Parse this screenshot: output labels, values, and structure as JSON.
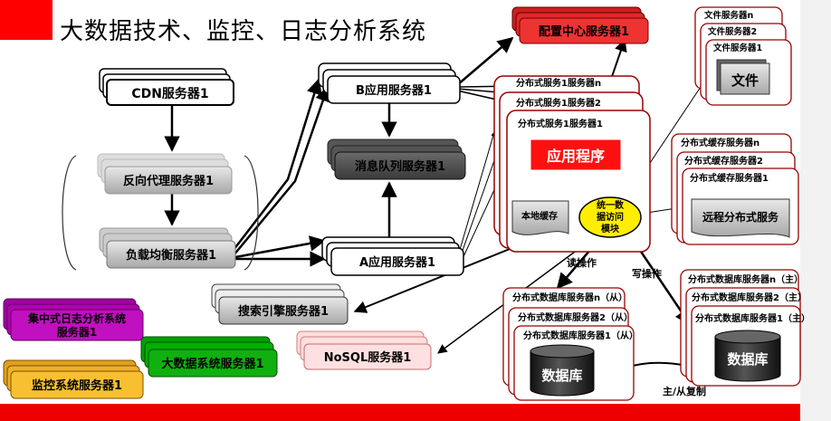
{
  "title": "大数据技术、监控、日志分析系统",
  "servers": {
    "cdn": "CDN服务器1",
    "reverse_proxy": "反向代理服务器1",
    "load_balancer": "负载均衡服务器1",
    "app_b": "B应用服务器1",
    "mq": "消息队列服务器1",
    "app_a": "A应用服务器1",
    "config": "配置中心服务器1",
    "search": "搜索引擎服务器1",
    "nosql": "NoSQL服务器1",
    "log_a": "集中式日志分析系统",
    "log_b": "服务器1",
    "bigdata": "大数据系统服务器1",
    "monitor": "监控系统服务器1"
  },
  "file_servers": {
    "n": "文件服务器n",
    "two": "文件服务器2",
    "one": "文件服务器1",
    "label": "文件"
  },
  "dist_services": {
    "n": "分布式服务1服务器n",
    "two": "分布式服务1服务器2",
    "one": "分布式服务1服务器1",
    "app": "应用程序",
    "local_cache": "本地缓存",
    "uda_1": "统一数",
    "uda_2": "据访问",
    "uda_3": "模块"
  },
  "cache_servers": {
    "n": "分布式缓存服务器n",
    "two": "分布式缓存服务器2",
    "one": "分布式缓存服务器1",
    "label": "远程分布式服务"
  },
  "db_slave": {
    "n": "分布式数据库服务器n（从）",
    "two": "分布式数据库服务器2（从）",
    "one": "分布式数据库服务器1（从）",
    "label": "数据库"
  },
  "db_master": {
    "n": "分布式数据库服务器n（主）",
    "two": "分布式数据库服务器2（主）",
    "one": "分布式数据库服务器1（主）",
    "label": "数据库"
  },
  "labels": {
    "read": "读操作",
    "write": "写操作",
    "replication": "主/从复制"
  },
  "colors": {
    "accent_red": "#ff0000",
    "bar_red": "#ee0000",
    "dark_red": "#990000",
    "magenta": "#c000c0",
    "green": "#00a000",
    "orange": "#f0b020",
    "pink": "#ffd6d6",
    "uda_yellow": "#ffee00"
  }
}
